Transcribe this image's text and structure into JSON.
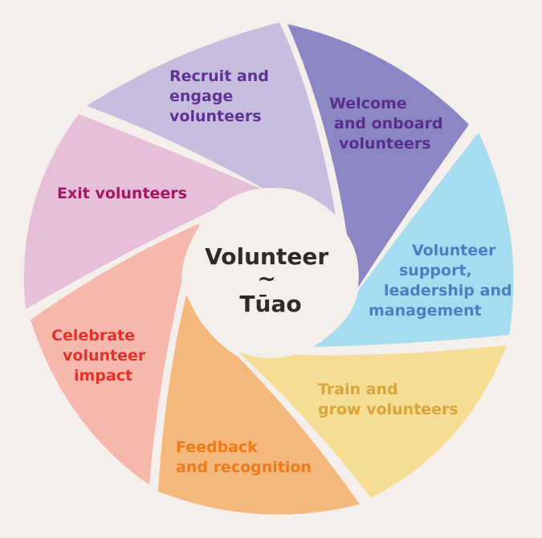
{
  "center": {
    "lines": [
      "Volunteer",
      "~",
      "Tūao"
    ]
  },
  "segments": [
    {
      "id": "recruit",
      "lines": [
        "Recruit and",
        "engage",
        "volunteers"
      ],
      "fill": "#c7bddf",
      "text_color": "#5f3393"
    },
    {
      "id": "welcome",
      "lines": [
        "Welcome",
        "and onboard",
        "volunteers"
      ],
      "fill": "#8a87c4",
      "text_color": "#5a2d8c"
    },
    {
      "id": "support",
      "lines": [
        "Volunteer",
        "support,",
        "leadership and",
        "management"
      ],
      "fill": "#a6dcef",
      "text_color": "#4a7fc4"
    },
    {
      "id": "train",
      "lines": [
        "Train and",
        "grow volunteers"
      ],
      "fill": "#f6dd94",
      "text_color": "#d7a53a"
    },
    {
      "id": "feedback",
      "lines": [
        "Feedback",
        "and recognition"
      ],
      "fill": "#f4b77c",
      "text_color": "#ef7a1a"
    },
    {
      "id": "celebrate",
      "lines": [
        "Celebrate",
        "volunteer",
        "impact"
      ],
      "fill": "#f6b7ad",
      "text_color": "#e4322b"
    },
    {
      "id": "exit",
      "lines": [
        "Exit volunteers"
      ],
      "fill": "#e6bed7",
      "text_color": "#a2175f"
    }
  ]
}
